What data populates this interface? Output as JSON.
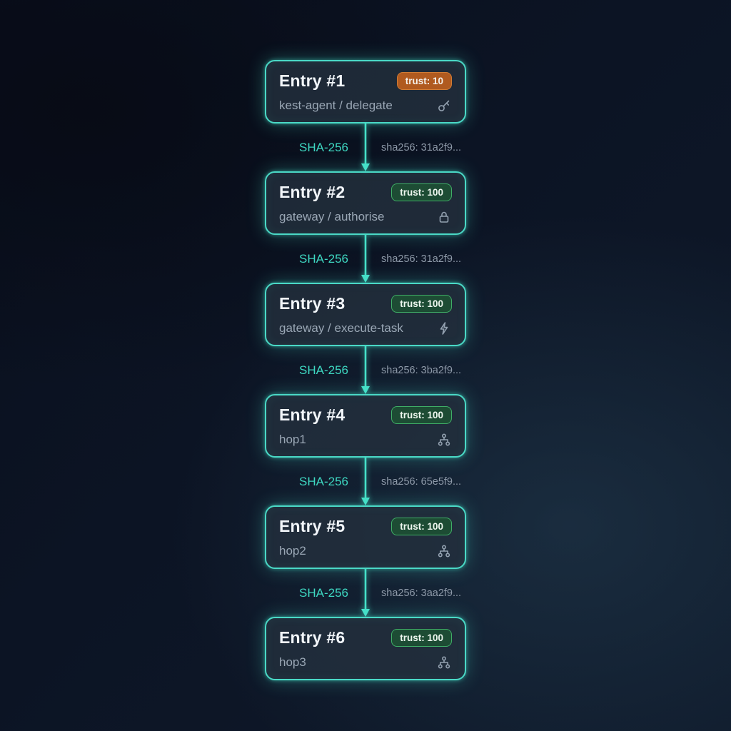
{
  "chain": {
    "entries": [
      {
        "title": "Entry #1",
        "badge": "trust: 10",
        "badge_color": "orange",
        "subtitle": "kest-agent / delegate",
        "icon": "key-icon"
      },
      {
        "title": "Entry #2",
        "badge": "trust: 100",
        "badge_color": "green",
        "subtitle": "gateway / authorise",
        "icon": "lock-icon"
      },
      {
        "title": "Entry #3",
        "badge": "trust: 100",
        "badge_color": "green",
        "subtitle": "gateway / execute-task",
        "icon": "lightning-icon"
      },
      {
        "title": "Entry #4",
        "badge": "trust: 100",
        "badge_color": "green",
        "subtitle": "hop1",
        "icon": "network-icon"
      },
      {
        "title": "Entry #5",
        "badge": "trust: 100",
        "badge_color": "green",
        "subtitle": "hop2",
        "icon": "network-icon"
      },
      {
        "title": "Entry #6",
        "badge": "trust: 100",
        "badge_color": "green",
        "subtitle": "hop3",
        "icon": "network-icon"
      }
    ],
    "links": [
      {
        "algo": "SHA-256",
        "hash": "sha256: 31a2f9..."
      },
      {
        "algo": "SHA-256",
        "hash": "sha256: 31a2f9..."
      },
      {
        "algo": "SHA-256",
        "hash": "sha256: 3ba2f9..."
      },
      {
        "algo": "SHA-256",
        "hash": "sha256: 65e5f9..."
      },
      {
        "algo": "SHA-256",
        "hash": "sha256: 3aa2f9..."
      }
    ],
    "colors": {
      "accent": "#45e0c8",
      "badge_orange": "#b05a1f",
      "badge_green": "#1d4c34"
    }
  }
}
